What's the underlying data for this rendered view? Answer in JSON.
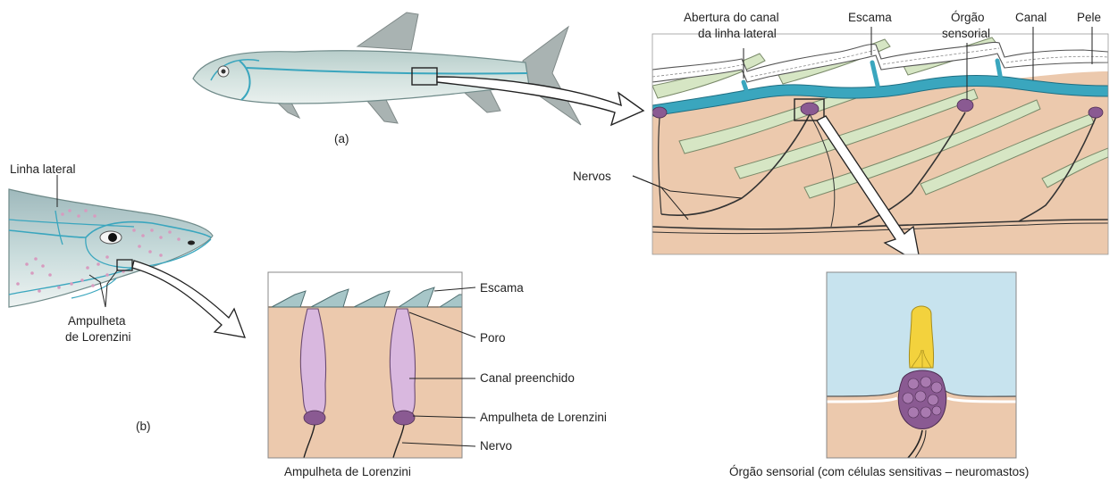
{
  "panel_a": {
    "caption": "(a)",
    "labels": {
      "opening": [
        "Abertura do canal",
        "da linha lateral"
      ],
      "scale": "Escama",
      "organ": [
        "Órgão",
        "sensorial"
      ],
      "canal": "Canal",
      "skin": "Pele",
      "nerves": "Nervos"
    }
  },
  "panel_b": {
    "caption": "(b)",
    "labels": {
      "lateral_line": "Linha lateral",
      "ampulla": [
        "Ampulheta",
        "de Lorenzini"
      ],
      "scale": "Escama",
      "pore": "Poro",
      "filled_canal": "Canal preenchido",
      "ampulla_detail": "Ampulheta de Lorenzini",
      "nerve": "Nervo",
      "detail_caption": "Ampulheta de Lorenzini"
    }
  },
  "organ_detail": {
    "caption": "Órgão sensorial (com células sensitivas – neuromastos)"
  },
  "colors": {
    "fish_body": "#c9d9d6",
    "lateral_canal": "#3aa6be",
    "tissue": "#ecc9ad",
    "scale_green": "#d6e6c4",
    "water": "#c7e3ee",
    "cupula": "#f3d23d",
    "neuromast": "#8a5a92",
    "ampulla_jelly": "#d9b8df"
  }
}
